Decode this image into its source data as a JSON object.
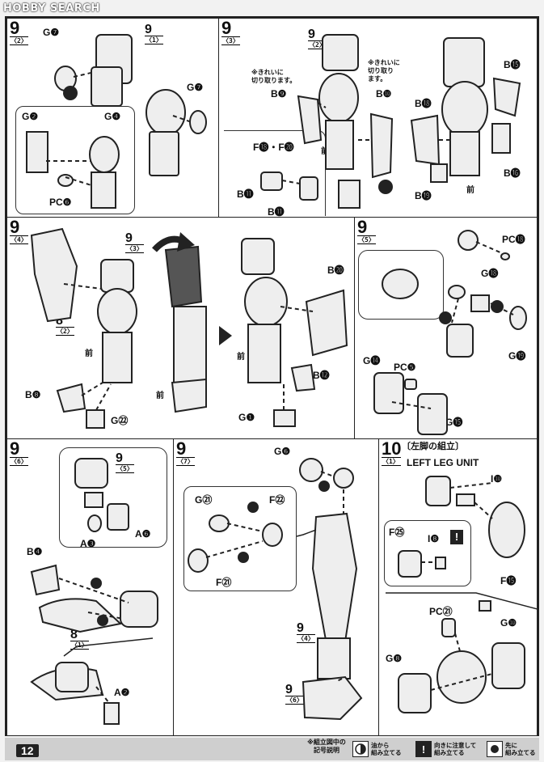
{
  "watermark": "HOBBY SEARCH",
  "page_number": "12",
  "panels": {
    "p92": {
      "step": "9",
      "sub": "〈2〉",
      "ref1": {
        "step": "9",
        "sub": "〈1〉"
      },
      "labels": [
        "G❼",
        "G❼",
        "G❷",
        "G❹",
        "PC❻"
      ]
    },
    "p93": {
      "step": "9",
      "sub": "〈3〉",
      "ref1": {
        "step": "9",
        "sub": "〈2〉"
      },
      "note_left": "※きれいに\n切り取ります。",
      "note_right": "※きれいに\n切り取り\nます。",
      "mae": "前",
      "mae2": "前",
      "labels": [
        "B❾",
        "B❿",
        "F⓲・F⓴",
        "B⓫",
        "B⓫",
        "B⓲",
        "B⓯",
        "B⓰",
        "B⓳"
      ]
    },
    "p94": {
      "step": "9",
      "sub": "〈4〉",
      "ref1": {
        "step": "9",
        "sub": "〈3〉"
      },
      "ref2": {
        "step": "8",
        "sub": "〈2〉"
      },
      "mae": "前",
      "mae2": "前",
      "mae3": "前",
      "labels": [
        "B❽",
        "G㉒",
        "B⓴",
        "B⓬",
        "G❶"
      ]
    },
    "p95": {
      "step": "9",
      "sub": "〈5〉",
      "labels": [
        "PC⓲",
        "G⓲",
        "G⓳",
        "G⓮",
        "PC❺",
        "G⓯"
      ]
    },
    "p96": {
      "step": "9",
      "sub": "〈6〉",
      "ref1": {
        "step": "9",
        "sub": "〈5〉"
      },
      "ref2": {
        "step": "8",
        "sub": "〈1〉"
      },
      "labels": [
        "A❸",
        "A❻",
        "B❹",
        "A❷"
      ]
    },
    "p97": {
      "step": "9",
      "sub": "〈7〉",
      "ref1": {
        "step": "9",
        "sub": "〈4〉"
      },
      "ref2": {
        "step": "9",
        "sub": "〈6〉"
      },
      "labels": [
        "G❻",
        "G㉑",
        "F㉒",
        "F㉑"
      ]
    },
    "p101": {
      "step": "10",
      "sub": "〈1〉",
      "title_jp": "〔左脚の組立〕",
      "title_en": "LEFT LEG UNIT",
      "labels": [
        "I❿",
        "F㉕",
        "I❽",
        "F⓯",
        "PC㉑",
        "G❿",
        "G❽"
      ]
    }
  },
  "legend": {
    "title": "※組立図中の\n記号説明",
    "items": [
      {
        "icon": "half-moon-icon",
        "text": "油から\n組み立てる"
      },
      {
        "icon": "exclamation-icon",
        "text": "向きに注意して\n組み立てる"
      },
      {
        "icon": "dot-icon",
        "text": "先に\n組み立てる"
      }
    ]
  }
}
